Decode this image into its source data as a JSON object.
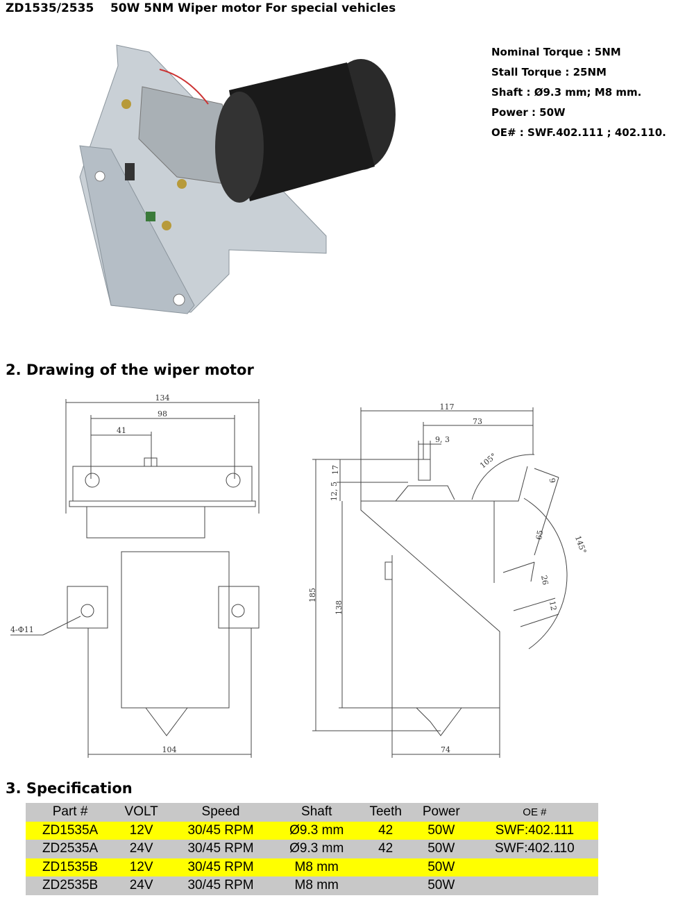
{
  "title": "ZD1535/2535    50W 5NM Wiper motor For special vehicles",
  "specs": [
    "Nominal Torque : 5NM",
    "Stall Torque : 25NM",
    "Shaft : Ø9.3 mm; M8 mm.",
    "Power : 50W",
    "OE# : SWF.402.111 ; 402.110."
  ],
  "drawing_heading": "2. Drawing of the wiper motor",
  "front_dims": {
    "w134": "134",
    "w98": "98",
    "w41": "41",
    "holes": "4-Φ11",
    "w104": "104"
  },
  "side_dims": {
    "w117": "117",
    "w73": "73",
    "shaft": "9, 3",
    "a105": "105°",
    "d9": "9",
    "d17": "17",
    "d12_5": "12, 5",
    "d65": "65",
    "a145": "145°",
    "d26": "26",
    "d12": "12",
    "h185": "185",
    "h138": "138",
    "w74": "74"
  },
  "spec_heading": "3. Specification",
  "table": {
    "headers": [
      "Part #",
      "VOLT",
      "Speed",
      "Shaft",
      "Teeth",
      "Power",
      "OE #"
    ],
    "rows": [
      [
        "ZD1535A",
        "12V",
        "30/45 RPM",
        "Ø9.3 mm",
        "42",
        "50W",
        "SWF:402.111"
      ],
      [
        "ZD2535A",
        "24V",
        "30/45 RPM",
        "Ø9.3 mm",
        "42",
        "50W",
        "SWF:402.110"
      ],
      [
        "ZD1535B",
        "12V",
        "30/45 RPM",
        "M8 mm",
        "",
        "50W",
        ""
      ],
      [
        "ZD2535B",
        "24V",
        "30/45 RPM",
        "M8 mm",
        "",
        "50W",
        ""
      ]
    ],
    "colors": {
      "header": "#c8c8c8",
      "highlight": "#ffff00"
    }
  }
}
